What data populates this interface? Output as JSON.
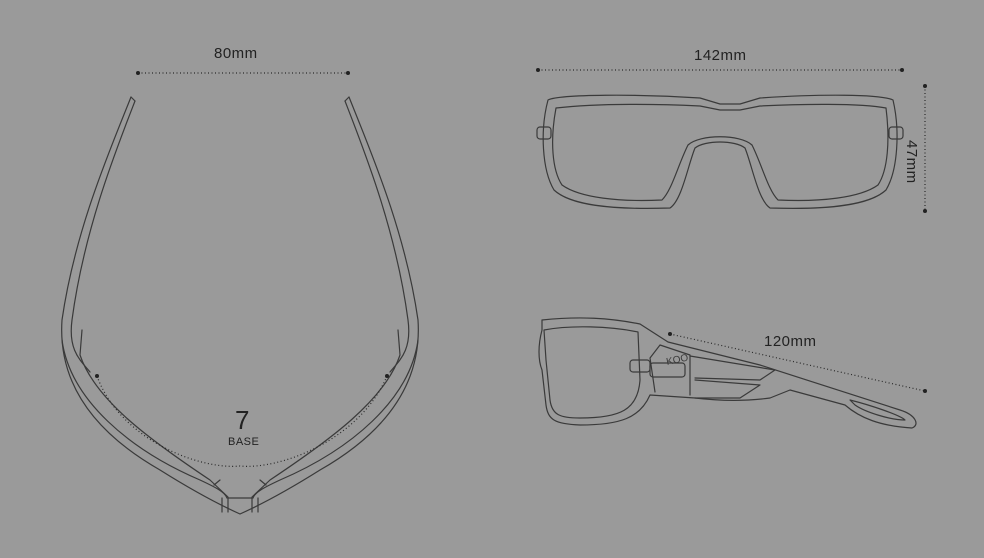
{
  "dimensions": {
    "temple_width": "80mm",
    "frame_width": "142mm",
    "frame_height": "47mm",
    "temple_length": "120mm"
  },
  "lens_curve": {
    "value": "7",
    "unit_label": "BASE"
  },
  "logo_text": "KOO",
  "colors": {
    "background": "#9a9a9a",
    "line": "#3a3a3a"
  }
}
